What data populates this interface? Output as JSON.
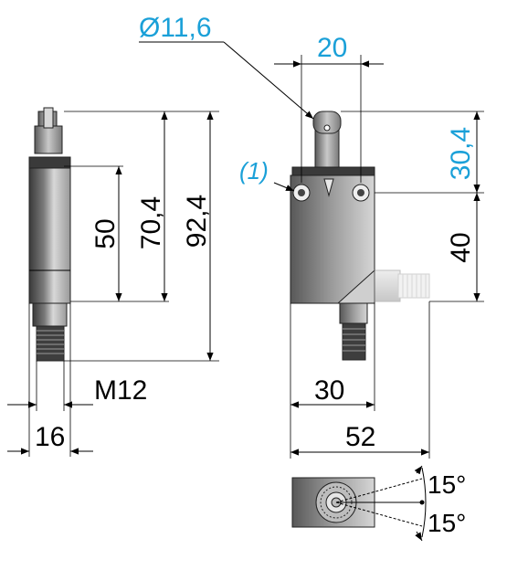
{
  "colors": {
    "body_dark": "#4a4a4a",
    "body_light": "#c8c8c8",
    "highlight": "#eeeeee",
    "dimension_blue": "#1aa0d8",
    "line": "#000000"
  },
  "side_view": {
    "dim_16": "16",
    "dim_m12": "M12",
    "dim_50": "50",
    "dim_70_4": "70,4",
    "dim_92_4": "92,4"
  },
  "front_view": {
    "dim_diameter": "Ø11,6",
    "dim_20": "20",
    "dim_30_4": "30,4",
    "dim_40": "40",
    "dim_30": "30",
    "dim_52": "52",
    "note_1": "(1)"
  },
  "top_view": {
    "angle_upper": "15°",
    "angle_lower": "15°"
  }
}
